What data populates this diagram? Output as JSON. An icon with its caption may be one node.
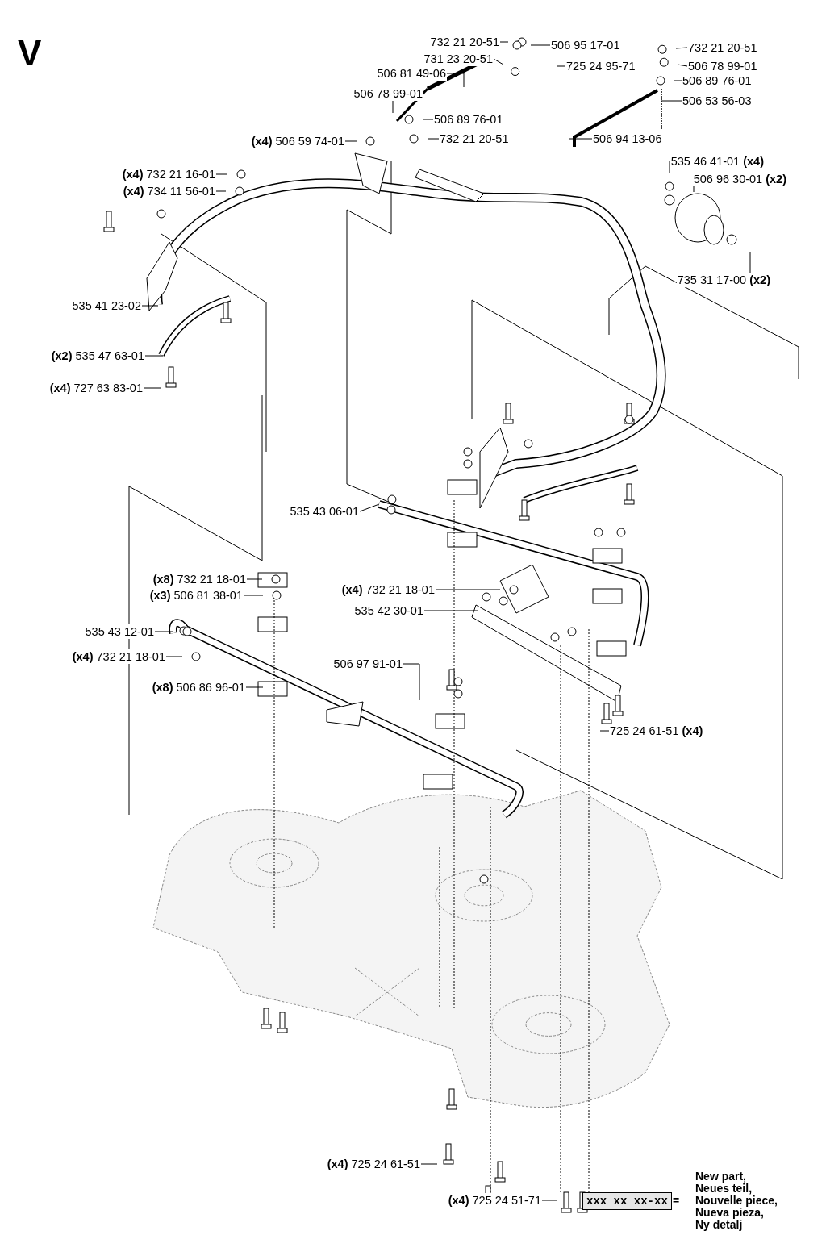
{
  "diagram": {
    "title": "V",
    "nodes": [
      {
        "text": [
          "732 21 20-51"
        ]
      },
      {
        "text": [
          "506 95 17-01"
        ]
      },
      {
        "text": [
          "731 23 20-51"
        ]
      },
      {
        "text": [
          "725 24 95-71"
        ]
      },
      {
        "text": [
          "506 81 49-06"
        ]
      },
      {
        "text": [
          "506 78 99-01"
        ]
      },
      {
        "text": [
          "506 89 76-01"
        ]
      },
      {
        "text": [
          "732 21 20-51"
        ]
      },
      {
        "text": [
          "732 21 20-51"
        ]
      },
      {
        "text": [
          "506 78 99-01"
        ]
      },
      {
        "text": [
          "506 89 76-01"
        ]
      },
      {
        "text": [
          "506 53 56-03"
        ]
      },
      {
        "text": [
          "506 94 13-06"
        ]
      },
      {
        "text": [
          "**(x4)** 506 59 74-01"
        ]
      },
      {
        "text": [
          "**(x4)** 732 21 16-01"
        ]
      },
      {
        "text": [
          "**(x4)** 734 11 56-01"
        ]
      },
      {
        "text": [
          "535 46 41-01 **(x4)**"
        ]
      },
      {
        "text": [
          "506 96 30-01 **(x2)**"
        ]
      },
      {
        "text": [
          "735 31 17-00 **(x2)**"
        ]
      },
      {
        "text": [
          "535 41 23-02"
        ]
      },
      {
        "text": [
          "**(x2)** 535 47 63-01"
        ]
      },
      {
        "text": [
          "**(x4)** 727 63 83-01"
        ]
      },
      {
        "text": [
          "535 43 06-01"
        ]
      },
      {
        "text": [
          "**(x8)** 732 21 18-01"
        ]
      },
      {
        "text": [
          "**(x3)** 506 81 38-01"
        ]
      },
      {
        "text": [
          "**(x4)** 732 21 18-01"
        ]
      },
      {
        "text": [
          "535 42 30-01"
        ]
      },
      {
        "text": [
          "535 43 12-01"
        ]
      },
      {
        "text": [
          "**(x4)** 732 21 18-01"
        ]
      },
      {
        "text": [
          "506 97 91-01"
        ]
      },
      {
        "text": [
          "**(x8)** 506 86 96-01"
        ]
      },
      {
        "text": [
          "725 24 61-51 **(x4)**"
        ]
      },
      {
        "text": [
          "**(x4)** 725 24 61-51"
        ]
      },
      {
        "text": [
          "**(x4)** 725 24 51-71"
        ]
      },
      {
        "text": [
          "xxx xx xx-xx"
        ]
      }
    ],
    "edges": [
      {
        "from": 0,
        "to": null,
        "arrow": "none"
      },
      {
        "from": 1,
        "to": null,
        "arrow": "none"
      },
      {
        "from": 2,
        "to": null,
        "arrow": "none"
      },
      {
        "from": 3,
        "to": null,
        "arrow": "none"
      },
      {
        "from": 4,
        "to": null,
        "arrow": "none"
      },
      {
        "from": 5,
        "to": null,
        "arrow": "none"
      },
      {
        "from": 6,
        "to": null,
        "arrow": "none"
      },
      {
        "from": 7,
        "to": null,
        "arrow": "none"
      },
      {
        "from": 8,
        "to": null,
        "arrow": "none"
      },
      {
        "from": 9,
        "to": null,
        "arrow": "none"
      },
      {
        "from": 10,
        "to": null,
        "arrow": "none"
      },
      {
        "from": 11,
        "to": null,
        "arrow": "none"
      },
      {
        "from": 12,
        "to": null,
        "arrow": "none"
      },
      {
        "from": 13,
        "to": null,
        "arrow": "none"
      },
      {
        "from": 14,
        "to": null,
        "arrow": "none"
      },
      {
        "from": 15,
        "to": null,
        "arrow": "none"
      },
      {
        "from": 16,
        "to": null,
        "arrow": "none"
      },
      {
        "from": 17,
        "to": null,
        "arrow": "none"
      },
      {
        "from": 18,
        "to": null,
        "arrow": "none"
      },
      {
        "from": 19,
        "to": null,
        "arrow": "none"
      },
      {
        "from": 20,
        "to": null,
        "arrow": "none"
      },
      {
        "from": 21,
        "to": null,
        "arrow": "none"
      },
      {
        "from": 22,
        "to": null,
        "arrow": "none"
      },
      {
        "from": 23,
        "to": null,
        "arrow": "none"
      },
      {
        "from": 24,
        "to": null,
        "arrow": "none"
      },
      {
        "from": 25,
        "to": null,
        "arrow": "none"
      },
      {
        "from": 26,
        "to": null,
        "arrow": "none"
      },
      {
        "from": 27,
        "to": null,
        "arrow": "none"
      },
      {
        "from": 28,
        "to": null,
        "arrow": "none"
      },
      {
        "from": 29,
        "to": null,
        "arrow": "none"
      },
      {
        "from": 30,
        "to": null,
        "arrow": "none"
      },
      {
        "from": 31,
        "to": null,
        "arrow": "none"
      },
      {
        "from": 32,
        "to": null,
        "arrow": "none"
      },
      {
        "from": 33,
        "to": null,
        "arrow": "none"
      }
    ],
    "labels": [
      "=",
      "New part, Neues teil, Nouvelle piece, Nueva pieza, Ny detalj"
    ]
  }
}
